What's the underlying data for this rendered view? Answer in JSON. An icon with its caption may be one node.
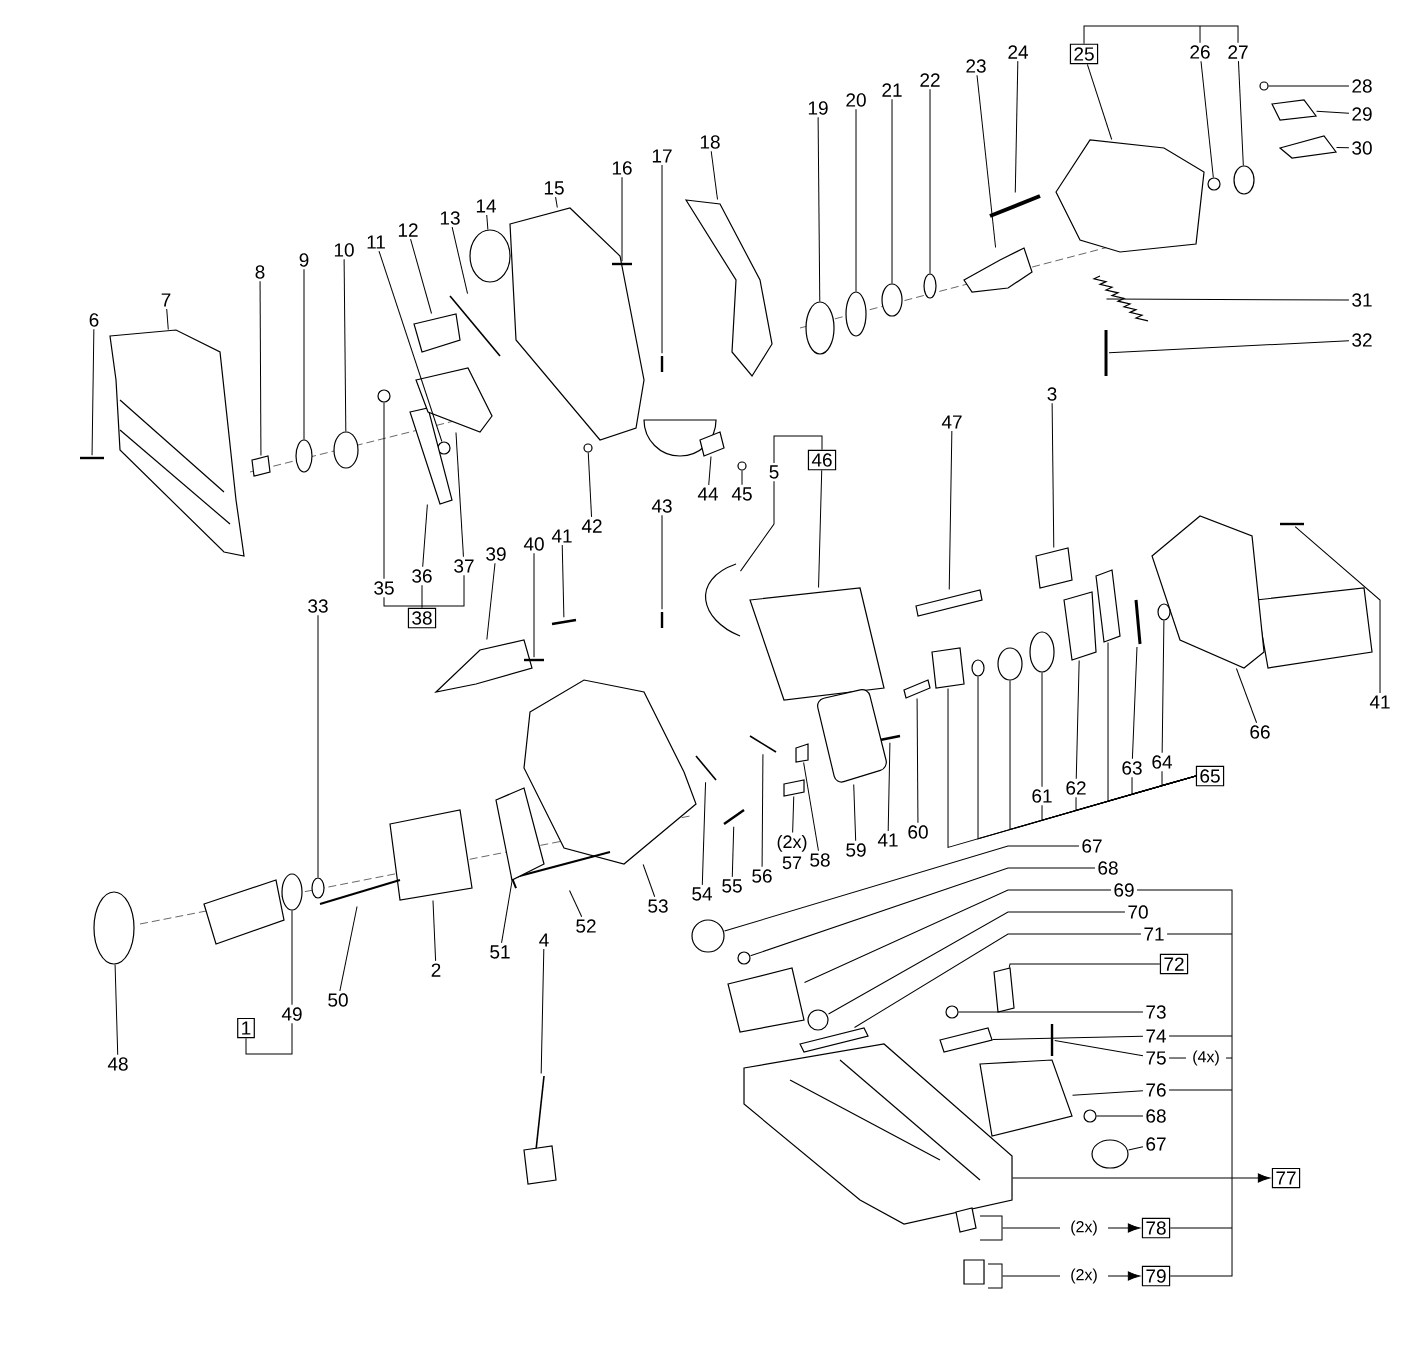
{
  "diagram": {
    "nodes": [
      {
        "text": [
          "6"
        ]
      },
      {
        "text": [
          "7"
        ]
      },
      {
        "text": [
          "8"
        ]
      },
      {
        "text": [
          "9"
        ]
      },
      {
        "text": [
          "10"
        ]
      },
      {
        "text": [
          "11"
        ]
      },
      {
        "text": [
          "12"
        ]
      },
      {
        "text": [
          "13"
        ]
      },
      {
        "text": [
          "14"
        ]
      },
      {
        "text": [
          "15"
        ]
      },
      {
        "text": [
          "16"
        ]
      },
      {
        "text": [
          "17"
        ]
      },
      {
        "text": [
          "18"
        ]
      },
      {
        "text": [
          "19"
        ]
      },
      {
        "text": [
          "20"
        ]
      },
      {
        "text": [
          "21"
        ]
      },
      {
        "text": [
          "22"
        ]
      },
      {
        "text": [
          "23"
        ]
      },
      {
        "text": [
          "24"
        ]
      },
      {
        "text": [
          "25"
        ]
      },
      {
        "text": [
          "26"
        ]
      },
      {
        "text": [
          "27"
        ]
      },
      {
        "text": [
          "28"
        ]
      },
      {
        "text": [
          "29"
        ]
      },
      {
        "text": [
          "30"
        ]
      },
      {
        "text": [
          "31"
        ]
      },
      {
        "text": [
          "32"
        ]
      },
      {
        "text": [
          "3"
        ]
      },
      {
        "text": [
          "47"
        ]
      },
      {
        "text": [
          "5"
        ]
      },
      {
        "text": [
          "46"
        ]
      },
      {
        "text": [
          "44"
        ]
      },
      {
        "text": [
          "45"
        ]
      },
      {
        "text": [
          "43"
        ]
      },
      {
        "text": [
          "42"
        ]
      },
      {
        "text": [
          "35"
        ]
      },
      {
        "text": [
          "36"
        ]
      },
      {
        "text": [
          "37"
        ]
      },
      {
        "text": [
          "38"
        ]
      },
      {
        "text": [
          "39"
        ]
      },
      {
        "text": [
          "40"
        ]
      },
      {
        "text": [
          "41"
        ]
      },
      {
        "text": [
          "33"
        ]
      },
      {
        "text": [
          "41"
        ]
      },
      {
        "text": [
          "66"
        ]
      },
      {
        "text": [
          "61"
        ]
      },
      {
        "text": [
          "62"
        ]
      },
      {
        "text": [
          "63"
        ]
      },
      {
        "text": [
          "64"
        ]
      },
      {
        "text": [
          "65"
        ]
      },
      {
        "text": [
          "60"
        ]
      },
      {
        "text": [
          "41"
        ]
      },
      {
        "text": [
          "59"
        ]
      },
      {
        "text": [
          "58"
        ]
      },
      {
        "text": [
          "(2x)",
          "57"
        ]
      },
      {
        "text": [
          "56"
        ]
      },
      {
        "text": [
          "55"
        ]
      },
      {
        "text": [
          "54"
        ]
      },
      {
        "text": [
          "53"
        ]
      },
      {
        "text": [
          "52"
        ]
      },
      {
        "text": [
          "51"
        ]
      },
      {
        "text": [
          "4"
        ]
      },
      {
        "text": [
          "2"
        ]
      },
      {
        "text": [
          "50"
        ]
      },
      {
        "text": [
          "49"
        ]
      },
      {
        "text": [
          "1"
        ]
      },
      {
        "text": [
          "48"
        ]
      },
      {
        "text": [
          "67"
        ]
      },
      {
        "text": [
          "68"
        ]
      },
      {
        "text": [
          "69"
        ]
      },
      {
        "text": [
          "70"
        ]
      },
      {
        "text": [
          "71"
        ]
      },
      {
        "text": [
          "72"
        ]
      },
      {
        "text": [
          "73"
        ]
      },
      {
        "text": [
          "74"
        ]
      },
      {
        "text": [
          "75"
        ],
        "beside": [
          "(4x)"
        ]
      },
      {
        "text": [
          "76"
        ]
      },
      {
        "text": [
          "68"
        ]
      },
      {
        "text": [
          "67"
        ]
      },
      {
        "text": [
          "77"
        ]
      },
      {
        "text": [
          "78"
        ]
      },
      {
        "text": [
          "79"
        ]
      },
      {
        "text": [],
        "shape": "picture"
      },
      {
        "text": [],
        "shape": "picture"
      },
      {
        "text": [],
        "shape": "box"
      },
      {
        "text": [],
        "shape": "circle"
      },
      {
        "text": [],
        "shape": "circle"
      },
      {
        "text": [],
        "shape": "circle"
      },
      {
        "text": [],
        "shape": "box"
      },
      {
        "text": [],
        "shape": "picture"
      },
      {
        "text": [],
        "shape": "circle"
      },
      {
        "text": [],
        "shape": "picture"
      },
      {
        "text": [],
        "shape": "picture"
      },
      {
        "text": [],
        "shape": "picture"
      },
      {
        "text": [],
        "shape": "picture"
      },
      {
        "text": [],
        "shape": "circle"
      },
      {
        "text": [],
        "shape": "circle"
      },
      {
        "text": [],
        "shape": "circle"
      },
      {
        "text": [],
        "shape": "circle"
      },
      {
        "text": [],
        "shape": "picture"
      },
      {
        "text": [],
        "shape": "picture"
      },
      {
        "text": [],
        "shape": "picture"
      },
      {
        "text": [],
        "shape": "circle"
      },
      {
        "text": [],
        "shape": "circle"
      },
      {
        "text": [],
        "shape": "circle"
      },
      {
        "text": [],
        "shape": "box"
      },
      {
        "text": [],
        "shape": "box"
      },
      {
        "text": [],
        "shape": "picture"
      },
      {
        "text": [],
        "shape": "picture"
      },
      {
        "text": [],
        "shape": "box"
      },
      {
        "text": [],
        "shape": "box"
      },
      {
        "text": [],
        "shape": "picture"
      },
      {
        "text": [],
        "shape": "box"
      },
      {
        "text": [],
        "shape": "box"
      },
      {
        "text": [],
        "shape": "circle"
      },
      {
        "text": [],
        "shape": "picture"
      },
      {
        "text": [],
        "shape": "circle"
      },
      {
        "text": [],
        "shape": "circle"
      },
      {
        "text": [],
        "shape": "box"
      },
      {
        "text": [],
        "shape": "picture"
      },
      {
        "text": [],
        "shape": "picture"
      },
      {
        "text": [],
        "shape": "picture"
      },
      {
        "text": [],
        "shape": "picture"
      },
      {
        "text": [],
        "shape": "circle"
      },
      {
        "text": [],
        "shape": "picture"
      },
      {
        "text": [],
        "shape": "picture"
      },
      {
        "text": [],
        "shape": "circle"
      },
      {
        "text": [],
        "shape": "box"
      },
      {
        "text": [],
        "shape": "picture"
      },
      {
        "text": [],
        "shape": "circle"
      },
      {
        "text": [],
        "shape": "box"
      },
      {
        "text": [],
        "shape": "picture"
      },
      {
        "text": [],
        "shape": "picture"
      },
      {
        "text": [],
        "shape": "box"
      },
      {
        "text": [],
        "shape": "box"
      },
      {
        "text": [],
        "shape": "picture"
      },
      {
        "text": [],
        "shape": "picture"
      },
      {
        "text": [],
        "shape": "picture"
      },
      {
        "text": [],
        "shape": "picture"
      },
      {
        "text": [],
        "shape": "picture"
      },
      {
        "text": [],
        "shape": "box"
      },
      {
        "text": [],
        "shape": "picture"
      },
      {
        "text": [],
        "shape": "box"
      },
      {
        "text": [],
        "shape": "picture"
      },
      {
        "text": [],
        "shape": "circle"
      },
      {
        "text": [],
        "shape": "circle"
      },
      {
        "text": [],
        "shape": "circle"
      },
      {
        "text": [],
        "shape": "circle"
      },
      {
        "text": [],
        "shape": "box"
      },
      {
        "text": [],
        "shape": "circle"
      },
      {
        "text": [],
        "shape": "box"
      },
      {
        "text": [],
        "shape": "box"
      },
      {
        "text": [],
        "shape": "circle"
      },
      {
        "text": [],
        "shape": "box"
      },
      {
        "text": [],
        "shape": "picture"
      },
      {
        "text": [],
        "shape": "box"
      },
      {
        "text": [],
        "shape": "circle"
      },
      {
        "text": [],
        "shape": "circle"
      },
      {
        "text": [],
        "shape": "box"
      },
      {
        "text": [],
        "shape": "circle"
      },
      {
        "text": [],
        "shape": "circle"
      },
      {
        "text": [],
        "shape": "box"
      },
      {
        "text": [],
        "shape": "picture"
      },
      {
        "text": [],
        "shape": "picture"
      },
      {
        "text": [],
        "shape": "picture"
      }
    ],
    "edges": [
      {
        "from": 0,
        "to": 82,
        "arrow": "none"
      },
      {
        "from": 1,
        "to": 83,
        "arrow": "none"
      },
      {
        "from": 2,
        "to": 84,
        "arrow": "none"
      },
      {
        "from": 3,
        "to": 85,
        "arrow": "none"
      },
      {
        "from": 4,
        "to": 86,
        "arrow": "none"
      },
      {
        "from": 5,
        "to": 87,
        "arrow": "none"
      },
      {
        "from": 6,
        "to": 88,
        "arrow": "none"
      },
      {
        "from": 7,
        "to": 89,
        "arrow": "none"
      },
      {
        "from": 8,
        "to": 90,
        "arrow": "none"
      },
      {
        "from": 9,
        "to": 91,
        "arrow": "none"
      },
      {
        "from": 10,
        "to": 92,
        "arrow": "none"
      },
      {
        "from": 11,
        "to": 93,
        "arrow": "none"
      },
      {
        "from": 12,
        "to": 94,
        "arrow": "none"
      },
      {
        "from": 13,
        "to": 95,
        "arrow": "none"
      },
      {
        "from": 14,
        "to": 96,
        "arrow": "none"
      },
      {
        "from": 15,
        "to": 97,
        "arrow": "none"
      },
      {
        "from": 16,
        "to": 98,
        "arrow": "none"
      },
      {
        "from": 17,
        "to": 99,
        "arrow": "none"
      },
      {
        "from": 18,
        "to": 100,
        "arrow": "none"
      },
      {
        "from": 19,
        "to": 101,
        "arrow": "none"
      },
      {
        "from": 20,
        "to": 102,
        "arrow": "none"
      },
      {
        "from": 21,
        "to": 103,
        "arrow": "none"
      },
      {
        "from": 22,
        "to": 104,
        "arrow": "none"
      },
      {
        "from": 23,
        "to": 105,
        "arrow": "none"
      },
      {
        "from": 24,
        "to": 106,
        "arrow": "none"
      },
      {
        "from": 25,
        "to": 107,
        "arrow": "none"
      },
      {
        "from": 26,
        "to": 108,
        "arrow": "none"
      },
      {
        "from": 27,
        "to": 109,
        "arrow": "none"
      },
      {
        "from": 28,
        "to": 110,
        "arrow": "none"
      },
      {
        "from": 29,
        "to": 111,
        "arrow": "none"
      },
      {
        "from": 30,
        "to": 112,
        "arrow": "none"
      },
      {
        "from": 31,
        "to": 113,
        "arrow": "none"
      },
      {
        "from": 32,
        "to": 114,
        "arrow": "none"
      },
      {
        "from": 33,
        "to": 115,
        "arrow": "none"
      },
      {
        "from": 34,
        "to": 116,
        "arrow": "none"
      },
      {
        "from": 35,
        "to": 117,
        "arrow": "none"
      },
      {
        "from": 36,
        "to": 118,
        "arrow": "none"
      },
      {
        "from": 37,
        "to": 119,
        "arrow": "none"
      },
      {
        "from": 39,
        "to": 120,
        "arrow": "none"
      },
      {
        "from": 40,
        "to": 121,
        "arrow": "none"
      },
      {
        "from": 41,
        "to": 122,
        "arrow": "none"
      },
      {
        "from": 42,
        "to": 123,
        "arrow": "none"
      },
      {
        "from": 43,
        "to": 124,
        "arrow": "none"
      },
      {
        "from": 44,
        "to": 125,
        "arrow": "none"
      },
      {
        "from": 45,
        "to": 126,
        "arrow": "none"
      },
      {
        "from": 46,
        "to": 127,
        "arrow": "none"
      },
      {
        "from": 47,
        "to": 128,
        "arrow": "none"
      },
      {
        "from": 48,
        "to": 129,
        "arrow": "none"
      },
      {
        "from": 50,
        "to": 130,
        "arrow": "none"
      },
      {
        "from": 51,
        "to": 131,
        "arrow": "none"
      },
      {
        "from": 52,
        "to": 132,
        "arrow": "none"
      },
      {
        "from": 53,
        "to": 133,
        "arrow": "none"
      },
      {
        "from": 54,
        "to": 134,
        "arrow": "none"
      },
      {
        "from": 55,
        "to": 135,
        "arrow": "none"
      },
      {
        "from": 56,
        "to": 136,
        "arrow": "none"
      },
      {
        "from": 57,
        "to": 137,
        "arrow": "none"
      },
      {
        "from": 58,
        "to": 138,
        "arrow": "none"
      },
      {
        "from": 59,
        "to": 139,
        "arrow": "none"
      },
      {
        "from": 60,
        "to": 140,
        "arrow": "none"
      },
      {
        "from": 61,
        "to": 141,
        "arrow": "none"
      },
      {
        "from": 62,
        "to": 142,
        "arrow": "none"
      },
      {
        "from": 63,
        "to": 143,
        "arrow": "none"
      },
      {
        "from": 64,
        "to": 144,
        "arrow": "none"
      },
      {
        "from": 66,
        "to": 145,
        "arrow": "none"
      },
      {
        "from": 67,
        "to": 146,
        "arrow": "none"
      },
      {
        "from": 68,
        "to": 147,
        "arrow": "none"
      },
      {
        "from": 69,
        "to": 148,
        "arrow": "none"
      },
      {
        "from": 70,
        "to": 149,
        "arrow": "none"
      },
      {
        "from": 71,
        "to": 150,
        "arrow": "none"
      },
      {
        "from": 72,
        "to": 151,
        "arrow": "none"
      },
      {
        "from": 73,
        "to": 152,
        "arrow": "none"
      },
      {
        "from": 74,
        "to": 153,
        "arrow": "none"
      },
      {
        "from": 75,
        "to": 154,
        "arrow": "none"
      },
      {
        "from": 76,
        "to": 155,
        "arrow": "none"
      },
      {
        "from": 77,
        "to": 156,
        "arrow": "none"
      },
      {
        "from": 78,
        "to": 157,
        "arrow": "none"
      },
      {
        "from": 162,
        "to": 79,
        "arrow": "to"
      },
      {
        "from": 163,
        "to": 80,
        "arrow": "to",
        "label": "(2x)"
      },
      {
        "from": 164,
        "to": 81,
        "arrow": "to",
        "label": "(2x)"
      },
      {
        "from": 49,
        "to": 45,
        "arrow": "none"
      },
      {
        "from": 49,
        "to": 46,
        "arrow": "none"
      },
      {
        "from": 49,
        "to": 47,
        "arrow": "none"
      },
      {
        "from": 49,
        "to": 48,
        "arrow": "none"
      },
      {
        "from": 49,
        "to": 158,
        "arrow": "none"
      },
      {
        "from": 49,
        "to": 159,
        "arrow": "none"
      },
      {
        "from": 49,
        "to": 160,
        "arrow": "none"
      },
      {
        "from": 49,
        "to": 161,
        "arrow": "none"
      }
    ]
  }
}
